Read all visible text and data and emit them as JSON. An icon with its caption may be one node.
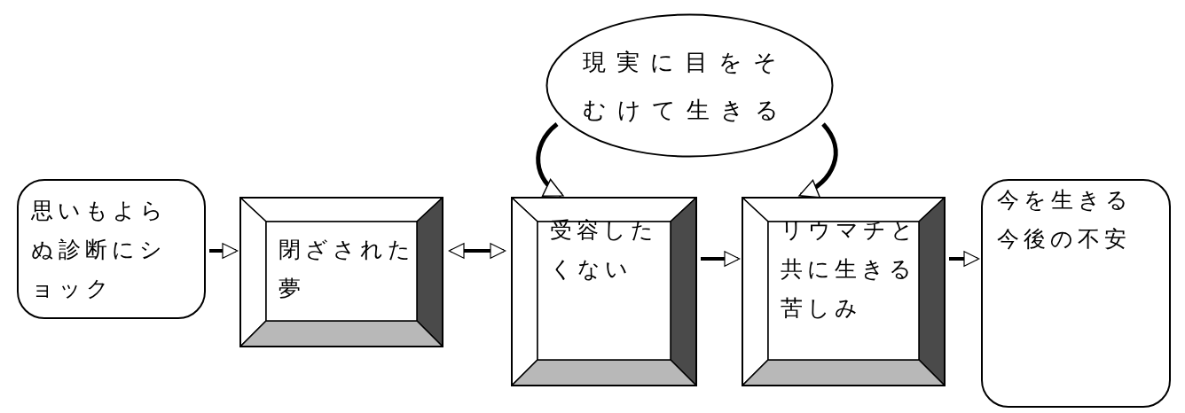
{
  "diagram": {
    "nodes": [
      {
        "text": [
          "思いもよらぬ診断にショック"
        ]
      },
      {
        "text": [
          "閉ざされた夢"
        ]
      },
      {
        "text": [
          "現実に目をそむけて生きる"
        ]
      },
      {
        "text": [
          "受容したくない"
        ]
      },
      {
        "text": [
          "リウマチと共に生きる苦しみ"
        ]
      },
      {
        "text": [
          "今を生きる",
          "今後の不安"
        ]
      }
    ],
    "edges": [
      {
        "from": 0,
        "to": 1,
        "arrow": "to"
      },
      {
        "from": 1,
        "to": 3,
        "arrow": "both"
      },
      {
        "from": 3,
        "to": 4,
        "arrow": "to"
      },
      {
        "from": 4,
        "to": 5,
        "arrow": "to"
      },
      {
        "from": 2,
        "to": 3,
        "arrow": "to"
      },
      {
        "from": 2,
        "to": 4,
        "arrow": "to"
      }
    ]
  }
}
